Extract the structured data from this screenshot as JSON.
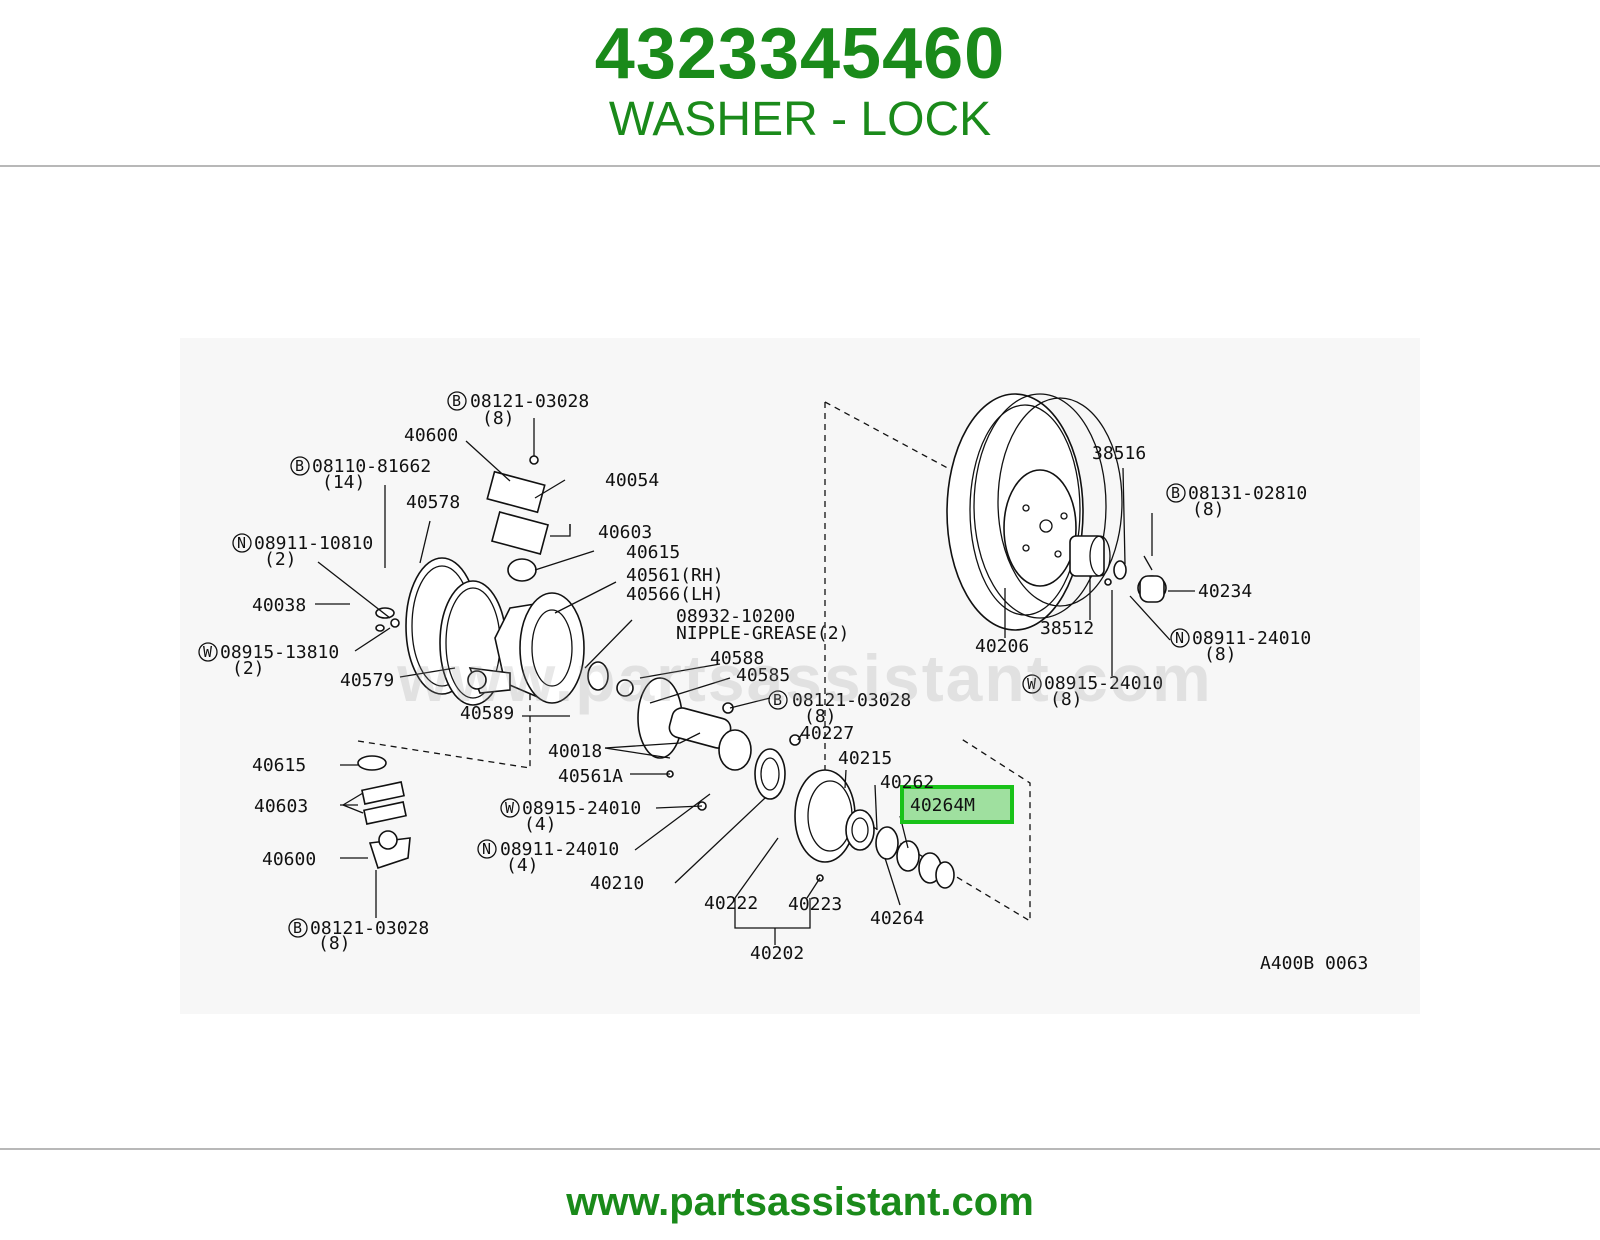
{
  "header": {
    "part_number": "4323345460",
    "part_name": "WASHER - LOCK"
  },
  "diagram": {
    "ref_code": "A400B 0063",
    "highlight": {
      "label": "40264M",
      "color": "#19c219"
    },
    "labels": {
      "b_08121_03028_top": "08121-03028",
      "qty_8_top": "(8)",
      "p40600_top": "40600",
      "b_08110_81662": "08110-81662",
      "qty_14": "(14)",
      "p40054": "40054",
      "p40578": "40578",
      "p40603_top": "40603",
      "n_08911_10810": "08911-10810",
      "qty_2_a": "(2)",
      "p40615_top": "40615",
      "p40561_rh": "40561(RH)",
      "p40566_lh": "40566(LH)",
      "p40038": "40038",
      "p08932_10200": "08932-10200",
      "nipple_grease": "NIPPLE-GREASE(2)",
      "w_08915_13810": "08915-13810",
      "qty_2_b": "(2)",
      "p40579": "40579",
      "p40588": "40588",
      "p40585": "40585",
      "p40589": "40589",
      "b_08121_03028_mid": "08121-03028",
      "qty_8_mid": "(8)",
      "p40227": "40227",
      "p40018": "40018",
      "p40215": "40215",
      "p40561a": "40561A",
      "p40262": "40262",
      "p40615_bot": "40615",
      "w_08915_24010_mid": "08915-24010",
      "qty_4_a": "(4)",
      "p40603_bot": "40603",
      "n_08911_24010_mid": "08911-24010",
      "qty_4_b": "(4)",
      "p40600_bot": "40600",
      "p40210": "40210",
      "p40222": "40222",
      "p40223": "40223",
      "p40264": "40264",
      "b_08121_03028_bot": "08121-03028",
      "qty_8_bot": "(8)",
      "p40202": "40202",
      "p38516": "38516",
      "b_08131_02810": "08131-02810",
      "qty_8_r1": "(8)",
      "p40234": "40234",
      "p38512": "38512",
      "n_08911_24010_r": "08911-24010",
      "qty_8_r2": "(8)",
      "p40206": "40206",
      "w_08915_24010_r": "08915-24010",
      "qty_8_r3": "(8)"
    },
    "badges": {
      "B": "B",
      "N": "N",
      "W": "W"
    }
  },
  "watermark": "www.partsassistant.com",
  "footer": {
    "url": "www.partsassistant.com"
  }
}
